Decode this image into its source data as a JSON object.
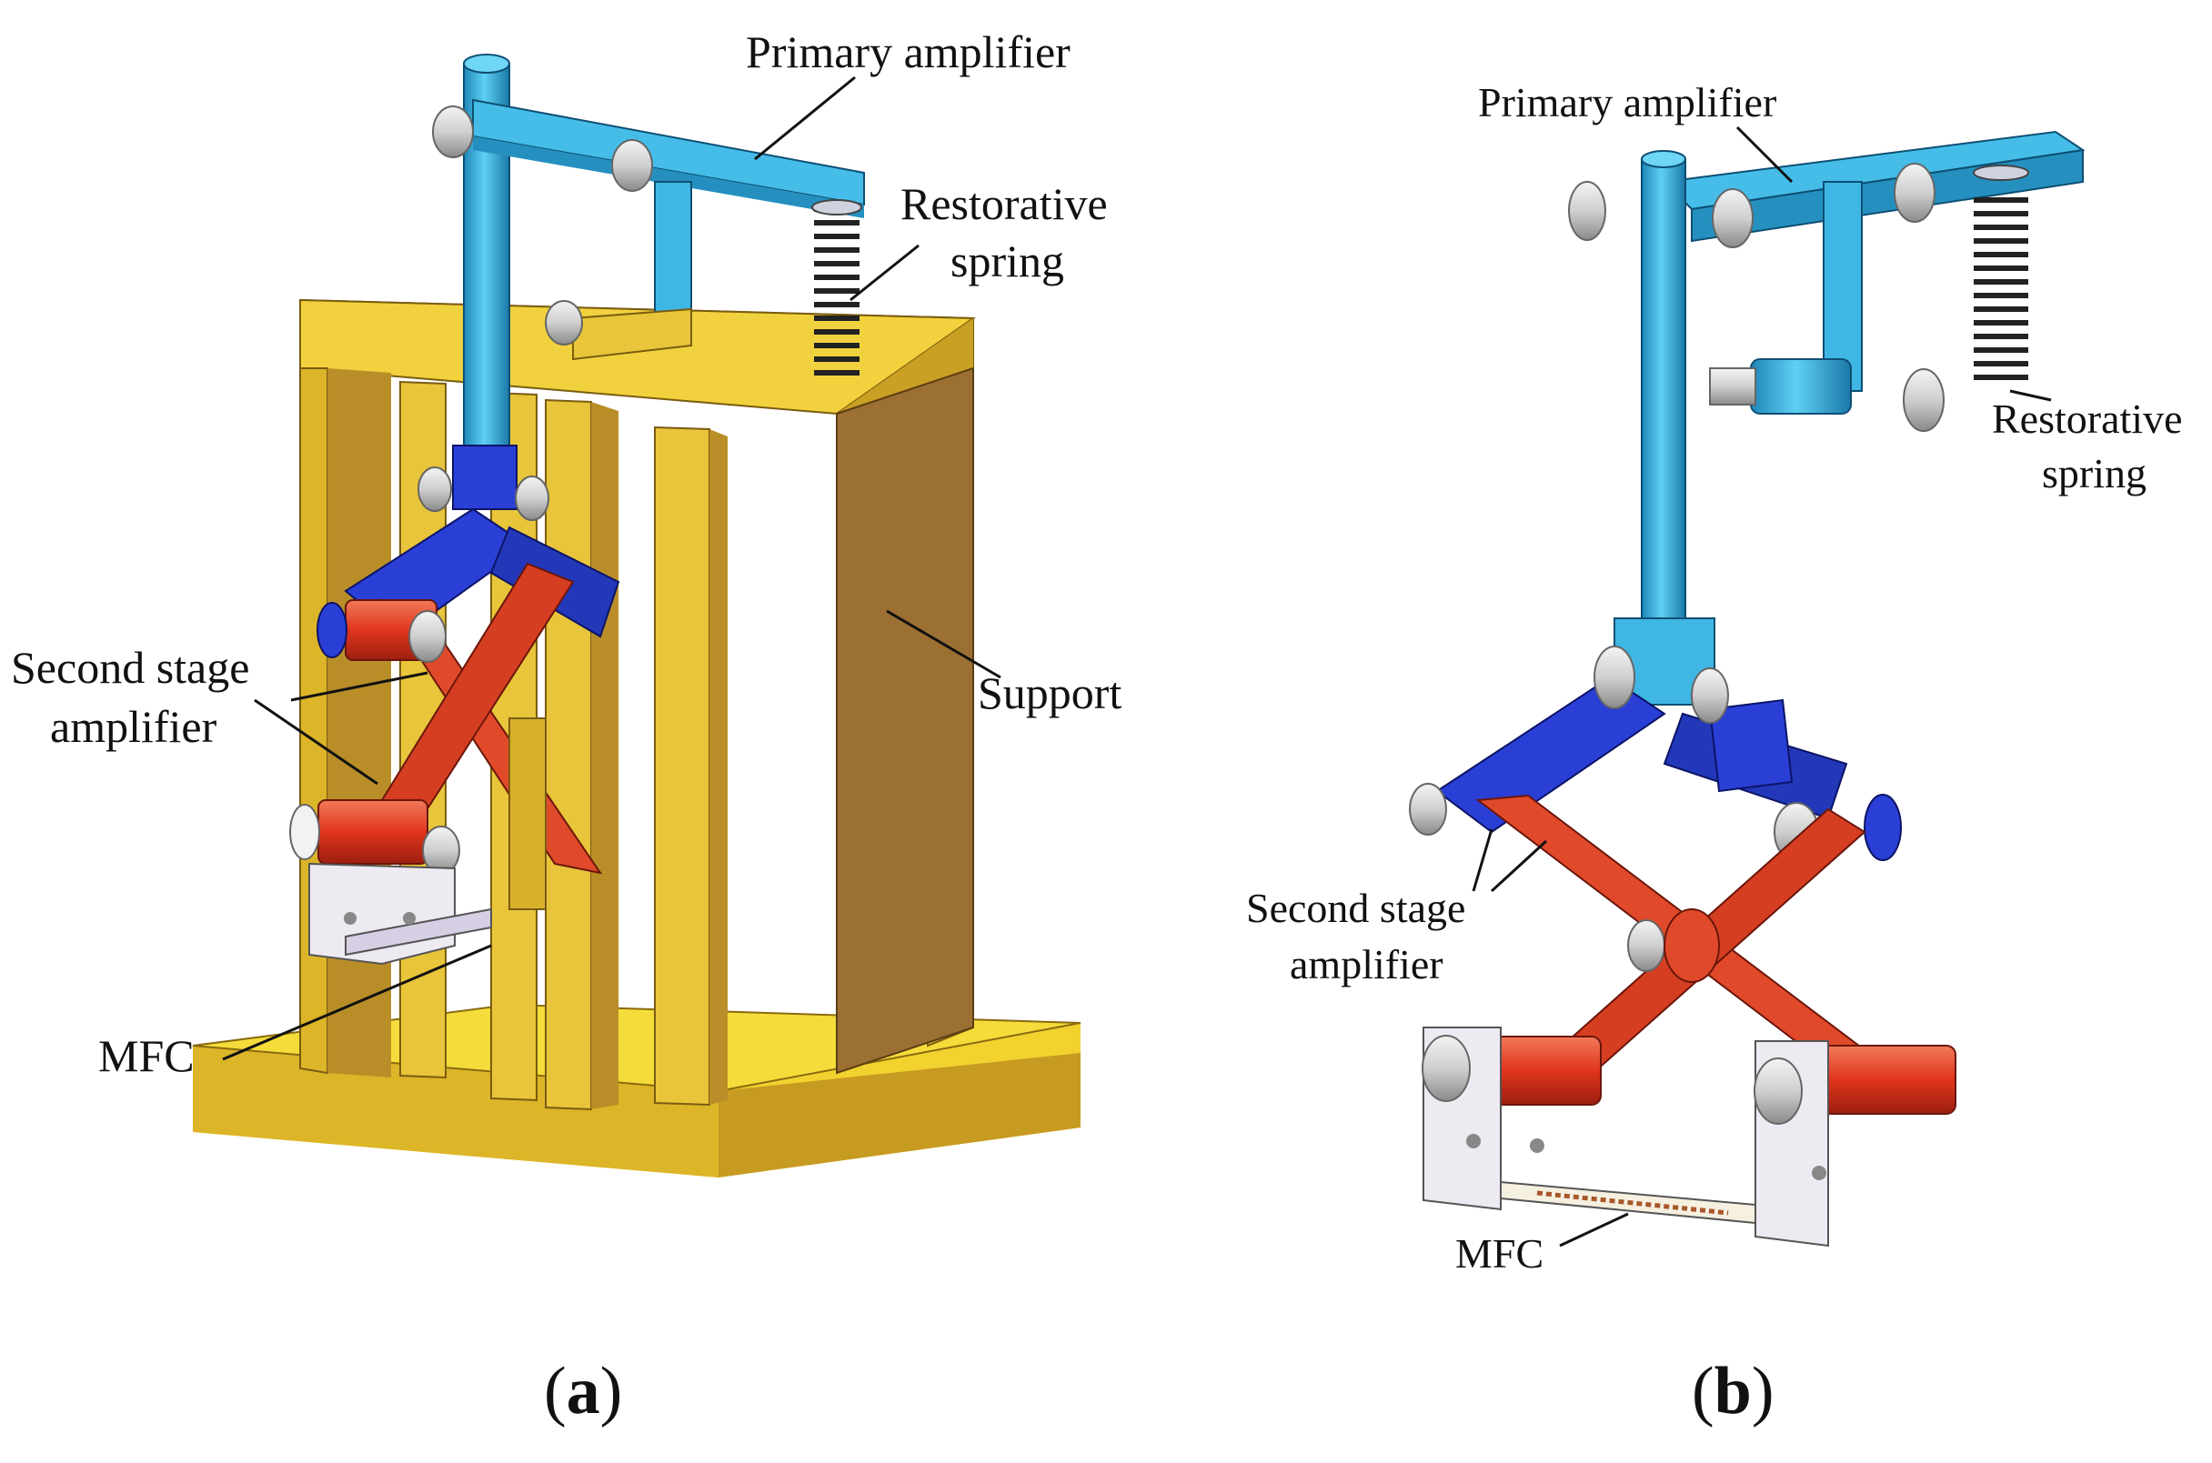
{
  "panel_a": {
    "labels": {
      "primary_amplifier": "Primary amplifier",
      "restorative_spring_1": "Restorative",
      "restorative_spring_2": "spring",
      "support": "Support",
      "second_stage_1": "Second stage",
      "second_stage_2": "amplifier",
      "mfc": "MFC"
    },
    "caption": "a"
  },
  "panel_b": {
    "labels": {
      "primary_amplifier": "Primary amplifier",
      "restorative_spring_1": "Restorative",
      "restorative_spring_2": "spring",
      "second_stage_1": "Second stage",
      "second_stage_2": "amplifier",
      "mfc": "MFC"
    },
    "caption": "b"
  },
  "colors": {
    "support_yellow": "#e8c53a",
    "support_brown": "#9c6f33",
    "primary_cyan": "#3fb6e3",
    "second_blue": "#2a3fd6",
    "scissor_red": "#e04a2a",
    "clamp_white": "#eeeaf2"
  }
}
